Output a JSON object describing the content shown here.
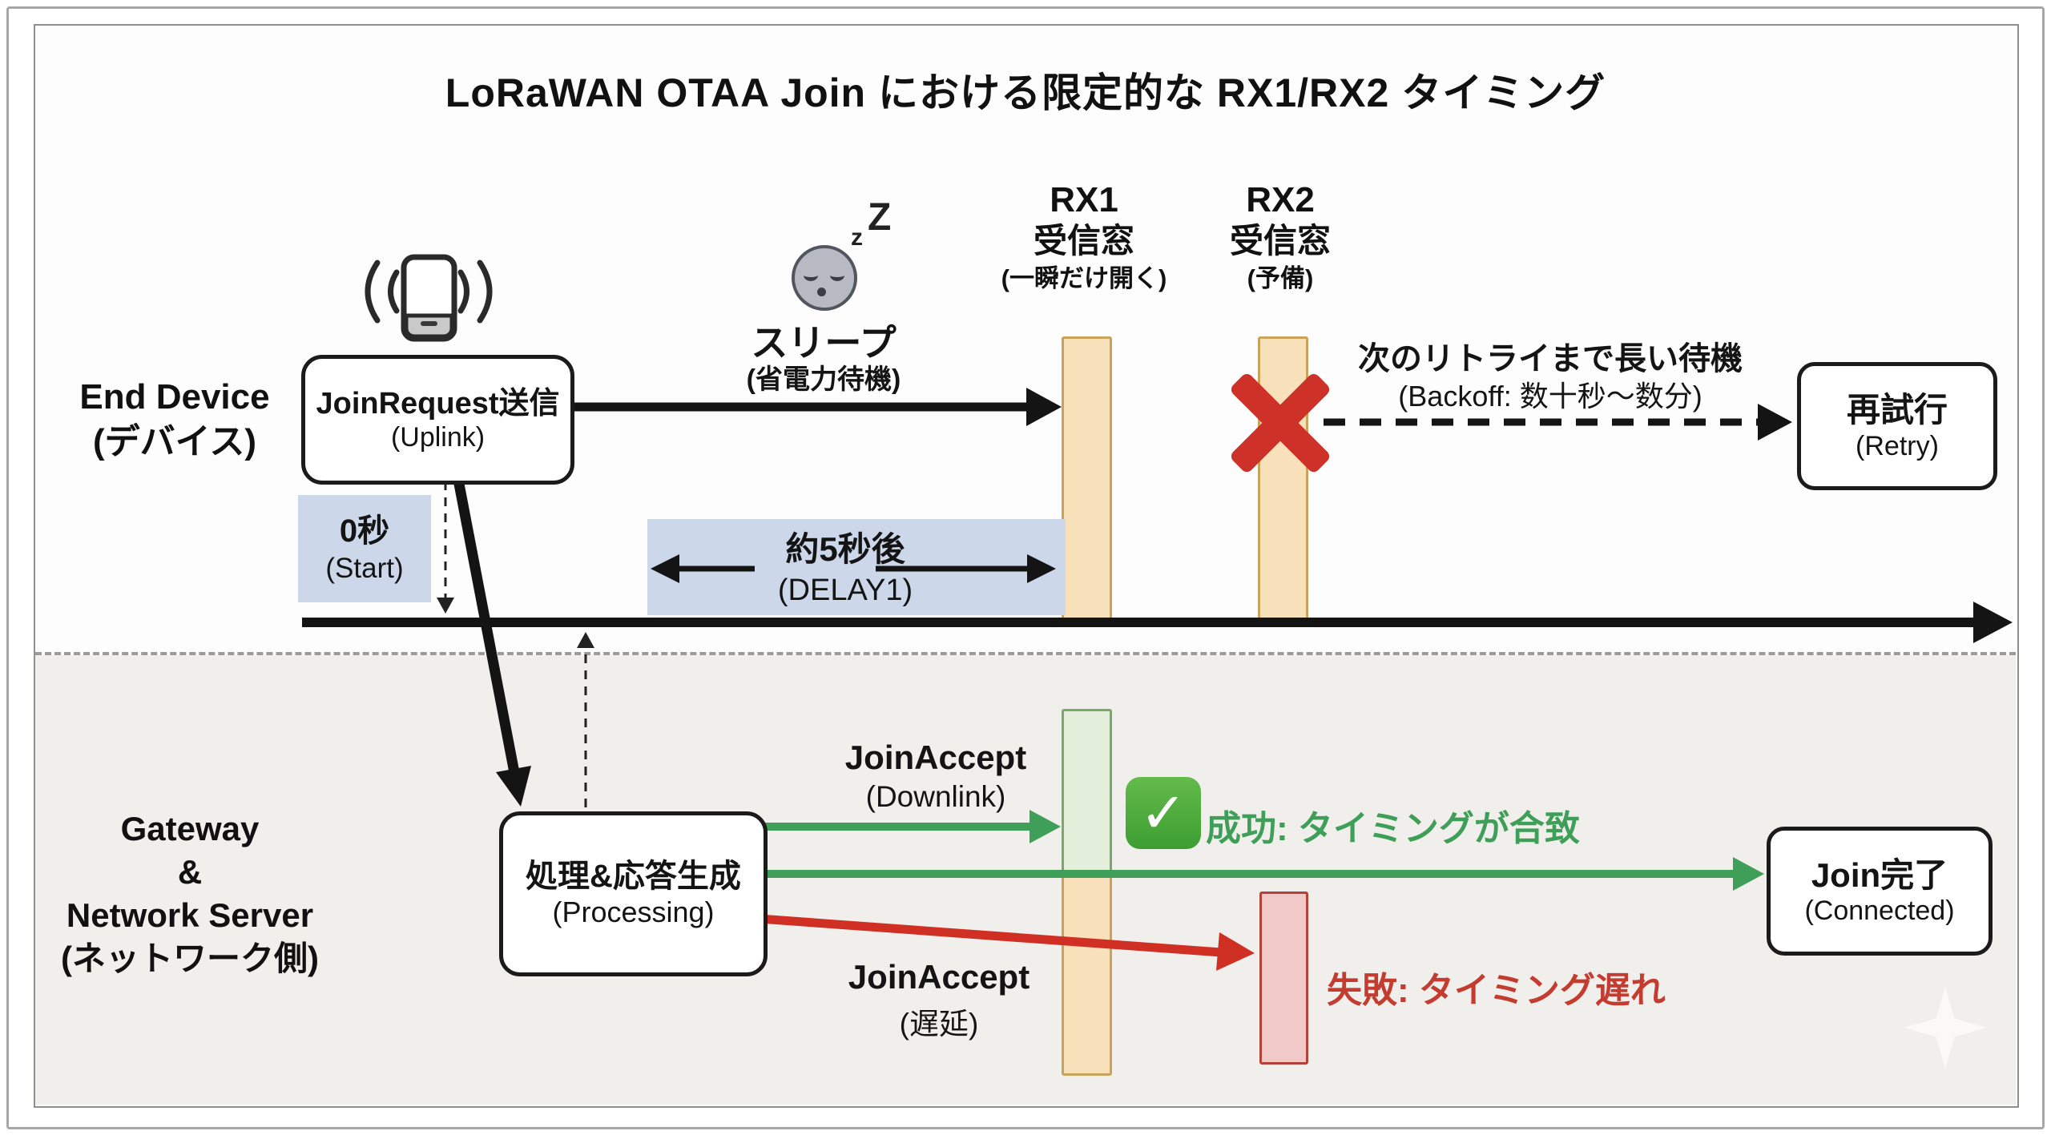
{
  "title": "LoRaWAN OTAA Join における限定的な RX1/RX2 タイミング",
  "lanes": {
    "end_device": {
      "line1": "End Device",
      "line2": "(デバイス)"
    },
    "network": {
      "lines": [
        "Gateway",
        "&",
        "Network Server",
        "(ネットワーク側)"
      ]
    }
  },
  "nodes": {
    "join_request": {
      "title": "JoinRequest送信",
      "subtitle": "(Uplink)"
    },
    "retry": {
      "title": "再試行",
      "subtitle": "(Retry)"
    },
    "processing": {
      "title": "処理&応答生成",
      "subtitle": "(Processing)"
    },
    "join_done": {
      "title": "Join完了",
      "subtitle": "(Connected)"
    }
  },
  "timeline": {
    "start": {
      "title": "0秒",
      "subtitle": "(Start)"
    },
    "delay1": {
      "title": "約5秒後",
      "subtitle": "(DELAY1)"
    }
  },
  "sleep": {
    "title": "スリープ",
    "subtitle": "(省電力待機)",
    "z_small": "z",
    "z_big": "Z"
  },
  "windows": {
    "rx1": {
      "name": "RX1",
      "label": "受信窓",
      "note": "(一瞬だけ開く)"
    },
    "rx2": {
      "name": "RX2",
      "label": "受信窓",
      "note": "(予備)"
    }
  },
  "backoff": {
    "line1": "次のリトライまで長い待機",
    "line2": "(Backoff: 数十秒〜数分)"
  },
  "downlink_ok": {
    "title": "JoinAccept",
    "subtitle": "(Downlink)"
  },
  "downlink_late": {
    "title": "JoinAccept",
    "subtitle": "(遅延)"
  },
  "results": {
    "success": "成功: タイミングが合致",
    "failure": "失敗: タイミング遅れ"
  },
  "colors": {
    "window_orange_fill": "#f7e0ba",
    "window_orange_border": "#c9a35a",
    "window_green_fill": "#e3eedb",
    "window_green_border": "#78a96b",
    "window_red_fill": "#f1cac7",
    "window_red_border": "#b2423a",
    "time_badge_blue": "#ccd8ea",
    "success_green": "#3f9e58",
    "failure_red": "#c43c30",
    "arrow_green": "#3f9e58",
    "arrow_red": "#d02f23",
    "arrow_black": "#141414",
    "cross_red": "#cd3127"
  }
}
